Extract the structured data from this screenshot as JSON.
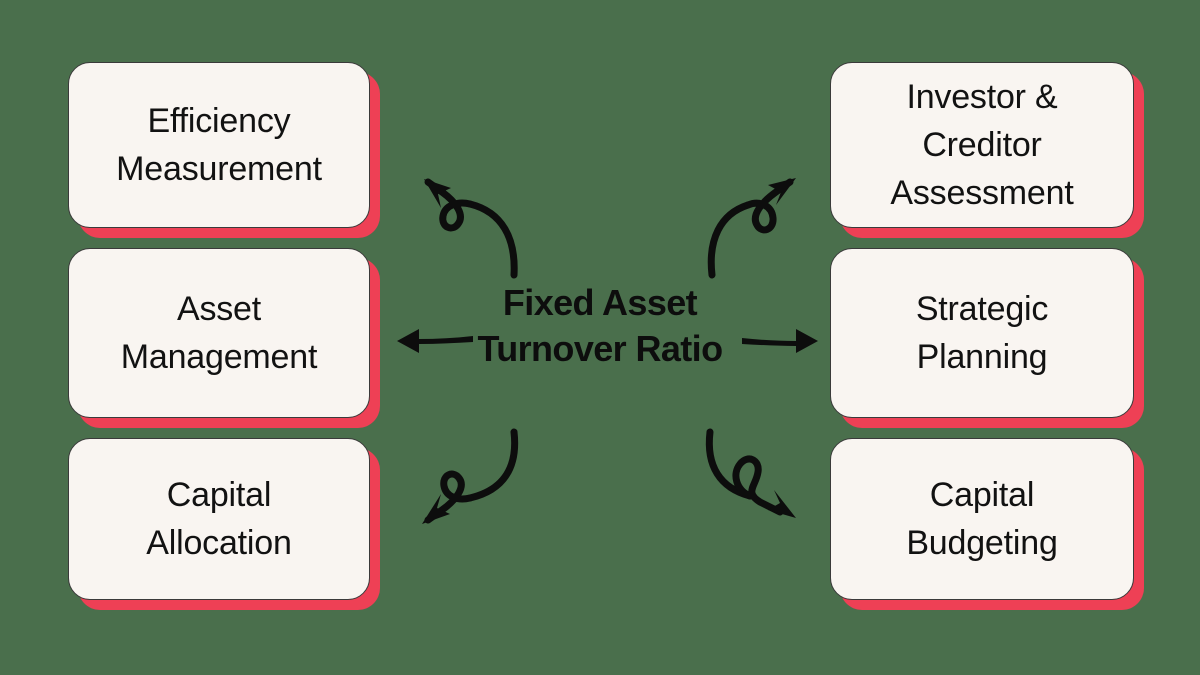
{
  "diagram": {
    "title": "Fixed Asset Turnover Ratio",
    "center_label": "Fixed Asset\nTurnover Ratio",
    "background_color": "#4a6f4c",
    "card_color": "#f9f5f1",
    "card_shadow_color": "#ee4055",
    "text_color": "#121212",
    "arrow_color": "#0d0d0d",
    "cards": [
      {
        "id": "efficiency-measurement",
        "label": "Efficiency\nMeasurement",
        "side": "left",
        "row": 1
      },
      {
        "id": "asset-management",
        "label": "Asset\nManagement",
        "side": "left",
        "row": 2
      },
      {
        "id": "capital-allocation",
        "label": "Capital\nAllocation",
        "side": "left",
        "row": 3
      },
      {
        "id": "investor-creditor-assessment",
        "label": "Investor &\nCreditor\nAssessment",
        "side": "right",
        "row": 1
      },
      {
        "id": "strategic-planning",
        "label": "Strategic\nPlanning",
        "side": "right",
        "row": 2
      },
      {
        "id": "capital-budgeting",
        "label": "Capital\nBudgeting",
        "side": "right",
        "row": 3
      }
    ],
    "arrows": [
      {
        "id": "arrow-top-left",
        "direction": "up-left",
        "style": "curved-loop",
        "target": "efficiency-measurement"
      },
      {
        "id": "arrow-top-right",
        "direction": "up-right",
        "style": "curved-loop",
        "target": "investor-creditor-assessment"
      },
      {
        "id": "arrow-mid-left",
        "direction": "left",
        "style": "straight",
        "target": "asset-management"
      },
      {
        "id": "arrow-mid-right",
        "direction": "right",
        "style": "straight",
        "target": "strategic-planning"
      },
      {
        "id": "arrow-bottom-left",
        "direction": "down-left",
        "style": "curved-loop",
        "target": "capital-allocation"
      },
      {
        "id": "arrow-bottom-right",
        "direction": "down-right",
        "style": "curved-loop",
        "target": "capital-budgeting"
      }
    ]
  }
}
